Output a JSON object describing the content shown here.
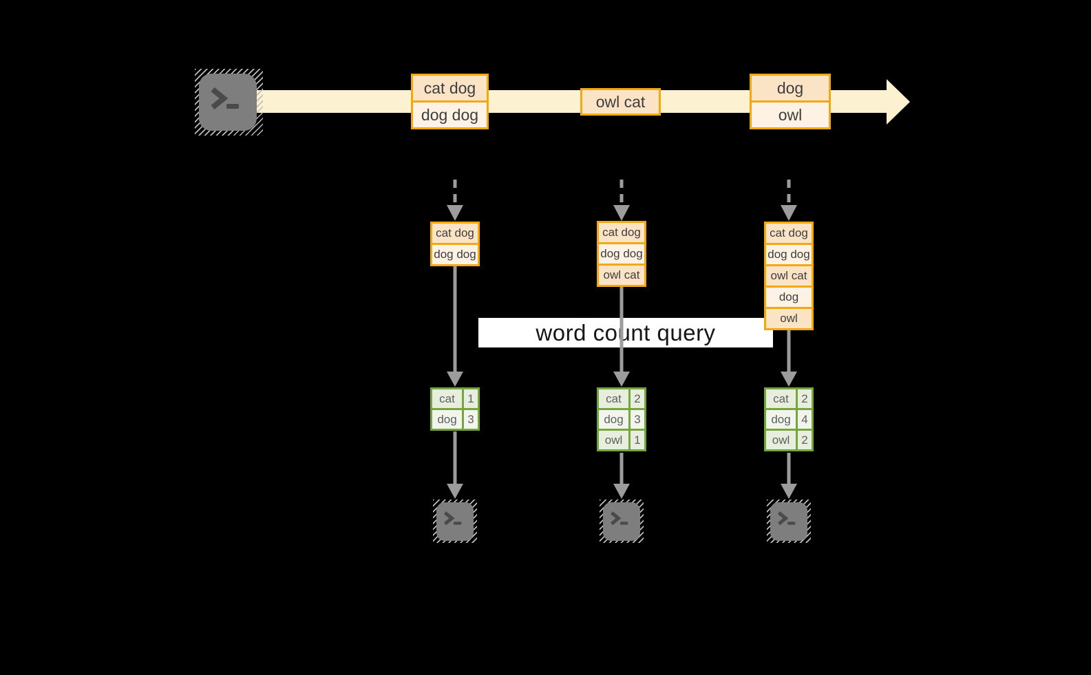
{
  "query_label": {
    "text": "word count query"
  },
  "icons": {
    "source": "terminal-icon",
    "sink": "terminal-icon"
  },
  "colors": {
    "background": "#000000",
    "stream_band": "#fcf2d1",
    "event_border": "#f2a90d",
    "event_fill_dark": "#fbe3c5",
    "event_fill_light": "#fdf2e3",
    "table_border": "#74a63d",
    "table_fill_dark": "#e7eedd",
    "table_fill_light": "#f2f5ec",
    "connector_gray": "#9c9c9c",
    "terminal_gray": "#7e7e7e",
    "label_bg": "#ffffff"
  },
  "stream": {
    "events": [
      {
        "lines": [
          "cat dog",
          "dog dog"
        ]
      },
      {
        "lines": [
          "owl cat"
        ]
      },
      {
        "lines": [
          "dog",
          "owl"
        ]
      }
    ]
  },
  "columns": [
    {
      "window_events": [
        "cat dog",
        "dog dog"
      ],
      "counts": [
        {
          "word": "cat",
          "count": "1"
        },
        {
          "word": "dog",
          "count": "3"
        }
      ]
    },
    {
      "window_events": [
        "cat dog",
        "dog dog",
        "owl cat"
      ],
      "counts": [
        {
          "word": "cat",
          "count": "2"
        },
        {
          "word": "dog",
          "count": "3"
        },
        {
          "word": "owl",
          "count": "1"
        }
      ]
    },
    {
      "window_events": [
        "cat dog",
        "dog dog",
        "owl cat",
        "dog",
        "owl"
      ],
      "counts": [
        {
          "word": "cat",
          "count": "2"
        },
        {
          "word": "dog",
          "count": "4"
        },
        {
          "word": "owl",
          "count": "2"
        }
      ]
    }
  ]
}
